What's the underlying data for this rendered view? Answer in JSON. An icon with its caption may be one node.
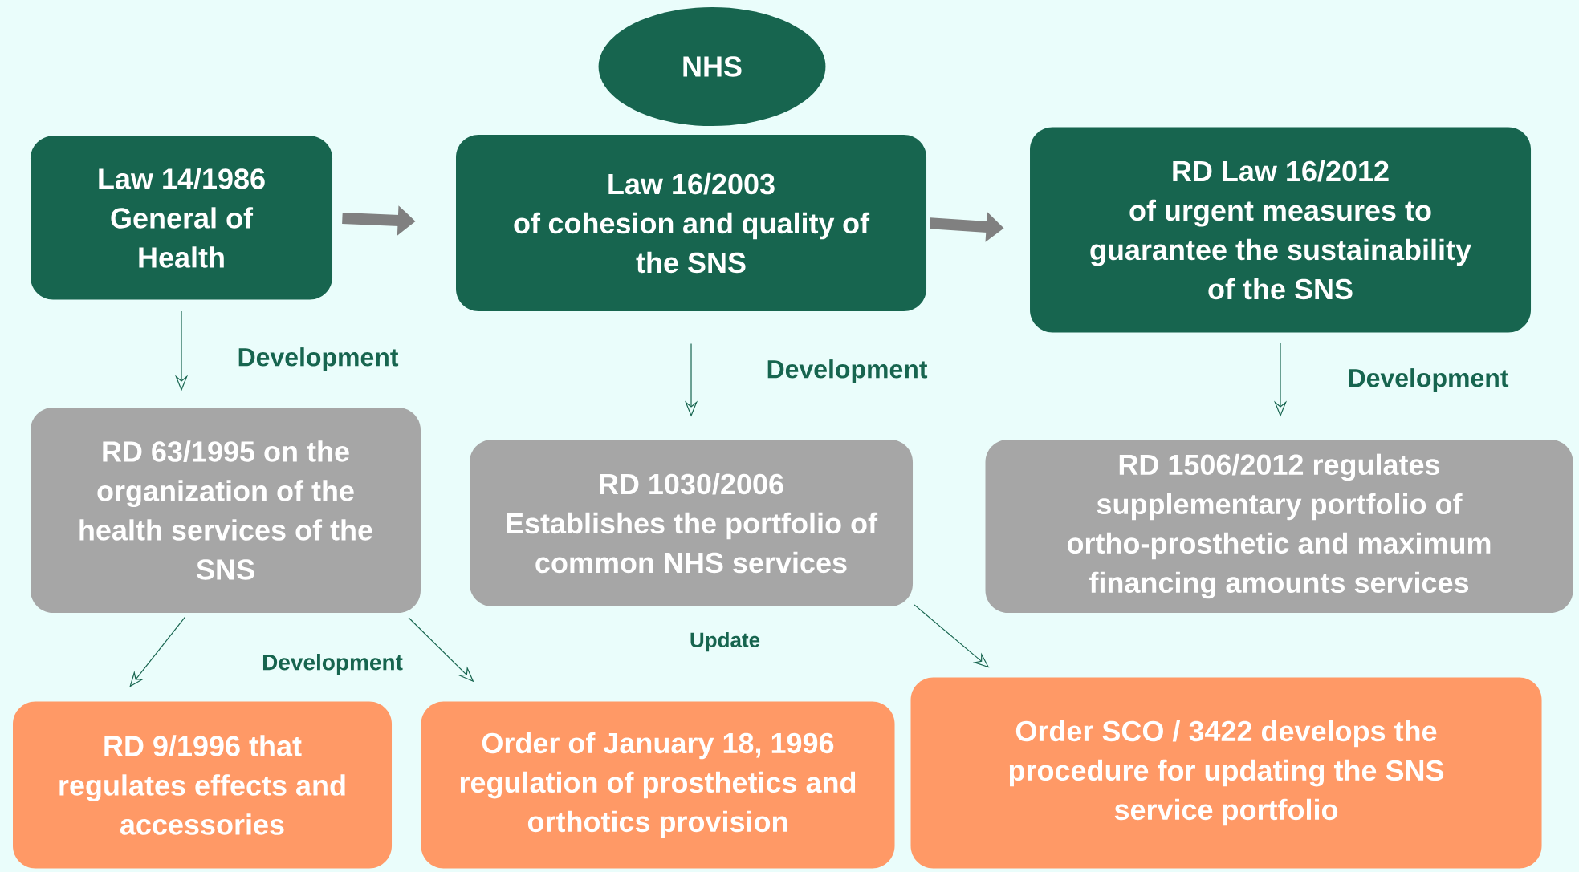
{
  "diagram": {
    "nodes": [
      {
        "text": [
          "NHS"
        ]
      },
      {
        "text": [
          "Law 14/1986",
          "General of Health"
        ]
      },
      {
        "text": [
          "Law 16/2003",
          "of cohesion and quality of the SNS"
        ]
      },
      {
        "text": [
          "RD Law 16/2012",
          "of urgent measures to guarantee the sustainability of the SNS"
        ]
      },
      {
        "text": [
          "RD 63/1995 on the organization of the health services of the SNS"
        ]
      },
      {
        "text": [
          "RD 1030/2006",
          "Establishes the portfolio of common NHS services"
        ]
      },
      {
        "text": [
          "RD 1506/2012 regulates supplementary portfolio of ortho-prosthetic and maximum financing amounts services"
        ]
      },
      {
        "text": [
          "RD 9/1996 that regulates effects and accessories"
        ]
      },
      {
        "text": [
          "Order of January 18, 1996 regulation of prosthetics and orthotics provision"
        ]
      },
      {
        "text": [
          "Order SCO / 3422 develops the procedure for updating the SNS service portfolio"
        ]
      }
    ],
    "edges": [
      {
        "from": 1,
        "to": 2,
        "arrow": "to",
        "style": "thick",
        "color": "#808080"
      },
      {
        "from": 2,
        "to": 3,
        "arrow": "to",
        "style": "thick",
        "color": "#808080"
      },
      {
        "from": 1,
        "to": 4,
        "arrow": "to",
        "label": "Development"
      },
      {
        "from": 2,
        "to": 5,
        "arrow": "to",
        "label": "Development"
      },
      {
        "from": 3,
        "to": 6,
        "arrow": "to",
        "label": "Development"
      },
      {
        "from": 4,
        "to": 7,
        "arrow": "to"
      },
      {
        "from": 4,
        "to": 8,
        "arrow": "to",
        "label": "Development"
      },
      {
        "from": 5,
        "to": 9,
        "arrow": "to"
      }
    ],
    "labels": [
      "Update"
    ]
  }
}
